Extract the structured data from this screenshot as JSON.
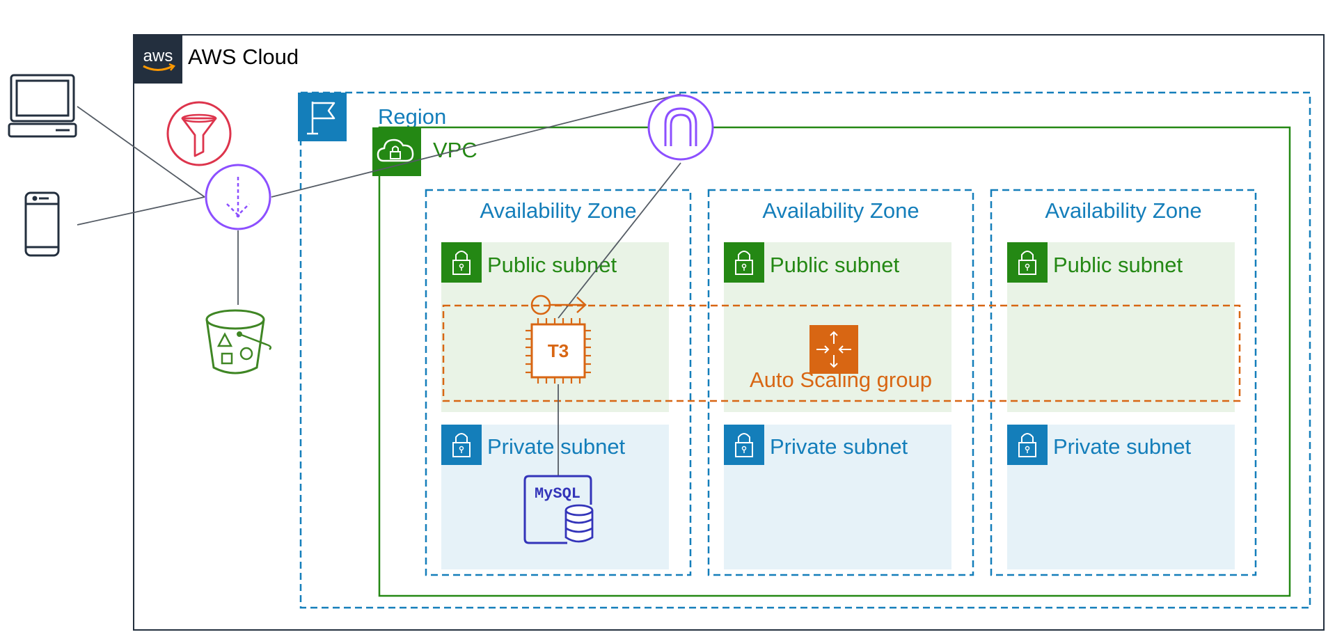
{
  "cloud": {
    "label": "AWS Cloud",
    "logo_text": "aws"
  },
  "region": {
    "label": "Region"
  },
  "vpc": {
    "label": "VPC"
  },
  "zones": [
    {
      "label": "Availability Zone",
      "public_subnet": "Public subnet",
      "private_subnet": "Private subnet"
    },
    {
      "label": "Availability Zone",
      "public_subnet": "Public subnet",
      "private_subnet": "Private subnet"
    },
    {
      "label": "Availability Zone",
      "public_subnet": "Public subnet",
      "private_subnet": "Private subnet"
    }
  ],
  "auto_scaling": {
    "label": "Auto Scaling group"
  },
  "instance": {
    "label": "T3"
  },
  "database": {
    "label": "MySQL"
  },
  "icons": {
    "laptop": "laptop-icon",
    "mobile": "mobile-phone-icon",
    "waf": "waf-filter-icon",
    "cloudfront": "cloudfront-icon",
    "s3": "s3-bucket-icon",
    "internet_gateway": "internet-gateway-icon",
    "ec2": "ec2-t3-instance-icon",
    "rds": "rds-mysql-icon",
    "auto_scaling": "auto-scaling-icon"
  },
  "colors": {
    "aws_dark": "#232F3E",
    "region_blue": "#147EBA",
    "vpc_green": "#248814",
    "public_fill": "#E9F3E6",
    "private_fill": "#E6F2F8",
    "orange": "#D86613",
    "purple": "#8C4FFF",
    "red": "#DD344C",
    "s3_green": "#3F8624",
    "rds_blue": "#3334B9",
    "line_gray": "#545B64"
  }
}
